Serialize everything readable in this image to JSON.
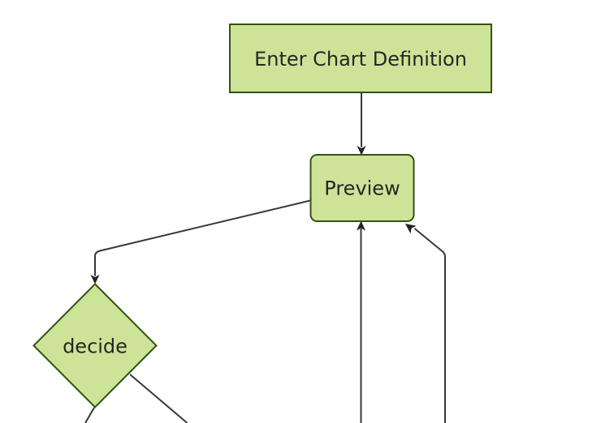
{
  "diagram": {
    "type": "flowchart-top-down",
    "background": "#ffffff",
    "nodes": [
      {
        "id": "enter-chart-definition",
        "label": "Enter Chart Definition",
        "shape": "rectangle"
      },
      {
        "id": "preview",
        "label": "Preview",
        "shape": "rounded-rectangle"
      },
      {
        "id": "decide",
        "label": "decide",
        "shape": "diamond"
      }
    ],
    "edges": [
      {
        "from": "enter-chart-definition",
        "to": "preview",
        "arrow": "arrowhead-down-into-preview-top"
      },
      {
        "from": "preview",
        "to": "decide",
        "arrow": "arrowhead-down-into-decide-top"
      },
      {
        "from": "offscreen-bottom",
        "to": "preview",
        "arrow": "arrowhead-up-into-preview-bottom"
      },
      {
        "from": "offscreen-bottom-right",
        "to": "preview",
        "arrow": "arrowhead-up-left-into-preview-bottom-right"
      },
      {
        "from": "decide",
        "to": "offscreen-bottom-left",
        "arrow": "none-visible"
      },
      {
        "from": "decide",
        "to": "offscreen-bottom-right",
        "arrow": "none-visible"
      }
    ],
    "colors": {
      "node_fill": "#cde498",
      "node_border": "#335214",
      "edge_line": "#383838",
      "arrowhead": "#222222",
      "label_text": "#262626"
    }
  }
}
